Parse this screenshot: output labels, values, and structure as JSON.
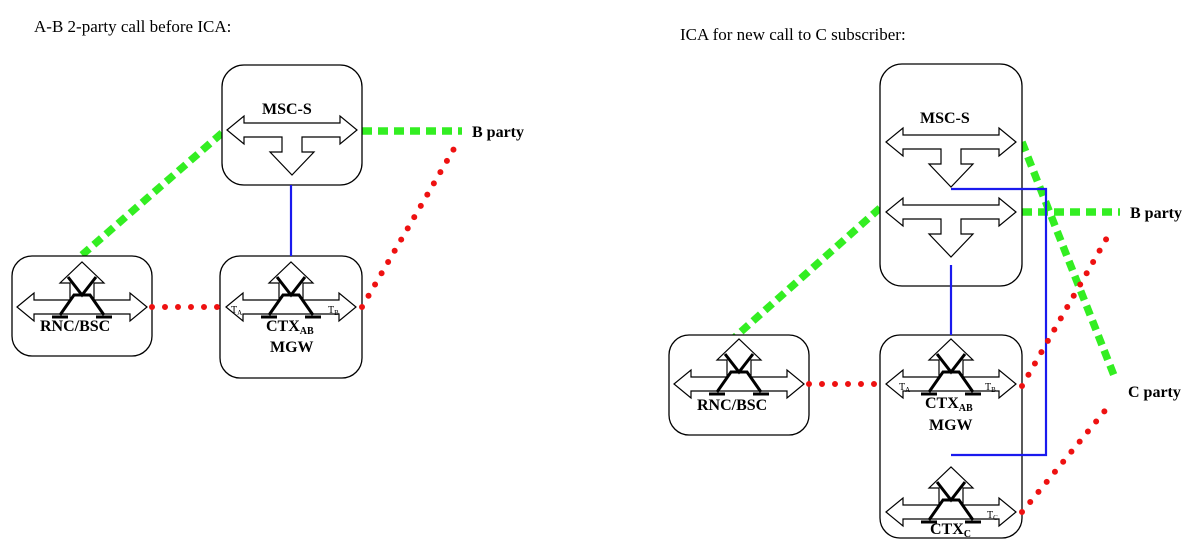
{
  "colors": {
    "signalling_green": "#33ee22",
    "bearer_red": "#ee1111",
    "control_blue": "#1a1aee",
    "outline": "#000000",
    "background": "#ffffff"
  },
  "left_diagram": {
    "caption": "A-B 2-party call before ICA:",
    "msc_label": "MSC-S",
    "rnc_label": "RNC/BSC",
    "ctx_label": "CTX",
    "ctx_sub": "AB",
    "mgw_label": "MGW",
    "termination_a": "T",
    "termination_a_sub": "A",
    "termination_b": "T",
    "termination_b_sub": "B",
    "b_party_label": "B party"
  },
  "right_diagram": {
    "caption": "ICA for new call to C subscriber:",
    "msc_label": "MSC-S",
    "rnc_label": "RNC/BSC",
    "ctx_ab_label": "CTX",
    "ctx_ab_sub": "AB",
    "mgw_label": "MGW",
    "ctx_c_label": "CTX",
    "ctx_c_sub": "C",
    "termination_a": "T",
    "termination_a_sub": "A",
    "termination_b": "T",
    "termination_b_sub": "B",
    "termination_c": "T",
    "termination_c_sub": "C",
    "b_party_label": "B party",
    "c_party_label": "C party"
  }
}
